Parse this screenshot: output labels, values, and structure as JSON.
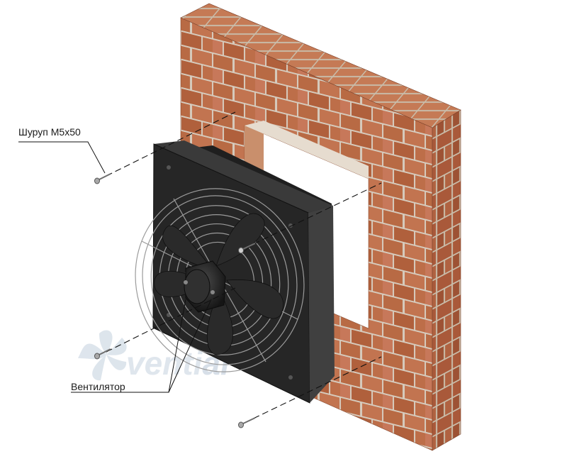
{
  "labels": {
    "screw": "Шуруп M5x50",
    "fan": "Вентилятор"
  },
  "watermark": {
    "text": "venti",
    "text_accent": "al"
  },
  "colors": {
    "brick": "#b5643f",
    "brick_dark": "#8e4a2d",
    "mortar": "#d8cfc2",
    "fan_body": "#2b2b2b",
    "fan_frame": "#1c1c1c",
    "guard": "#9a9a9a",
    "watermark": "#cfd9e4",
    "callout_line": "#111111"
  },
  "icons": {
    "screw": "screw-icon",
    "fan": "axial-fan-icon"
  }
}
